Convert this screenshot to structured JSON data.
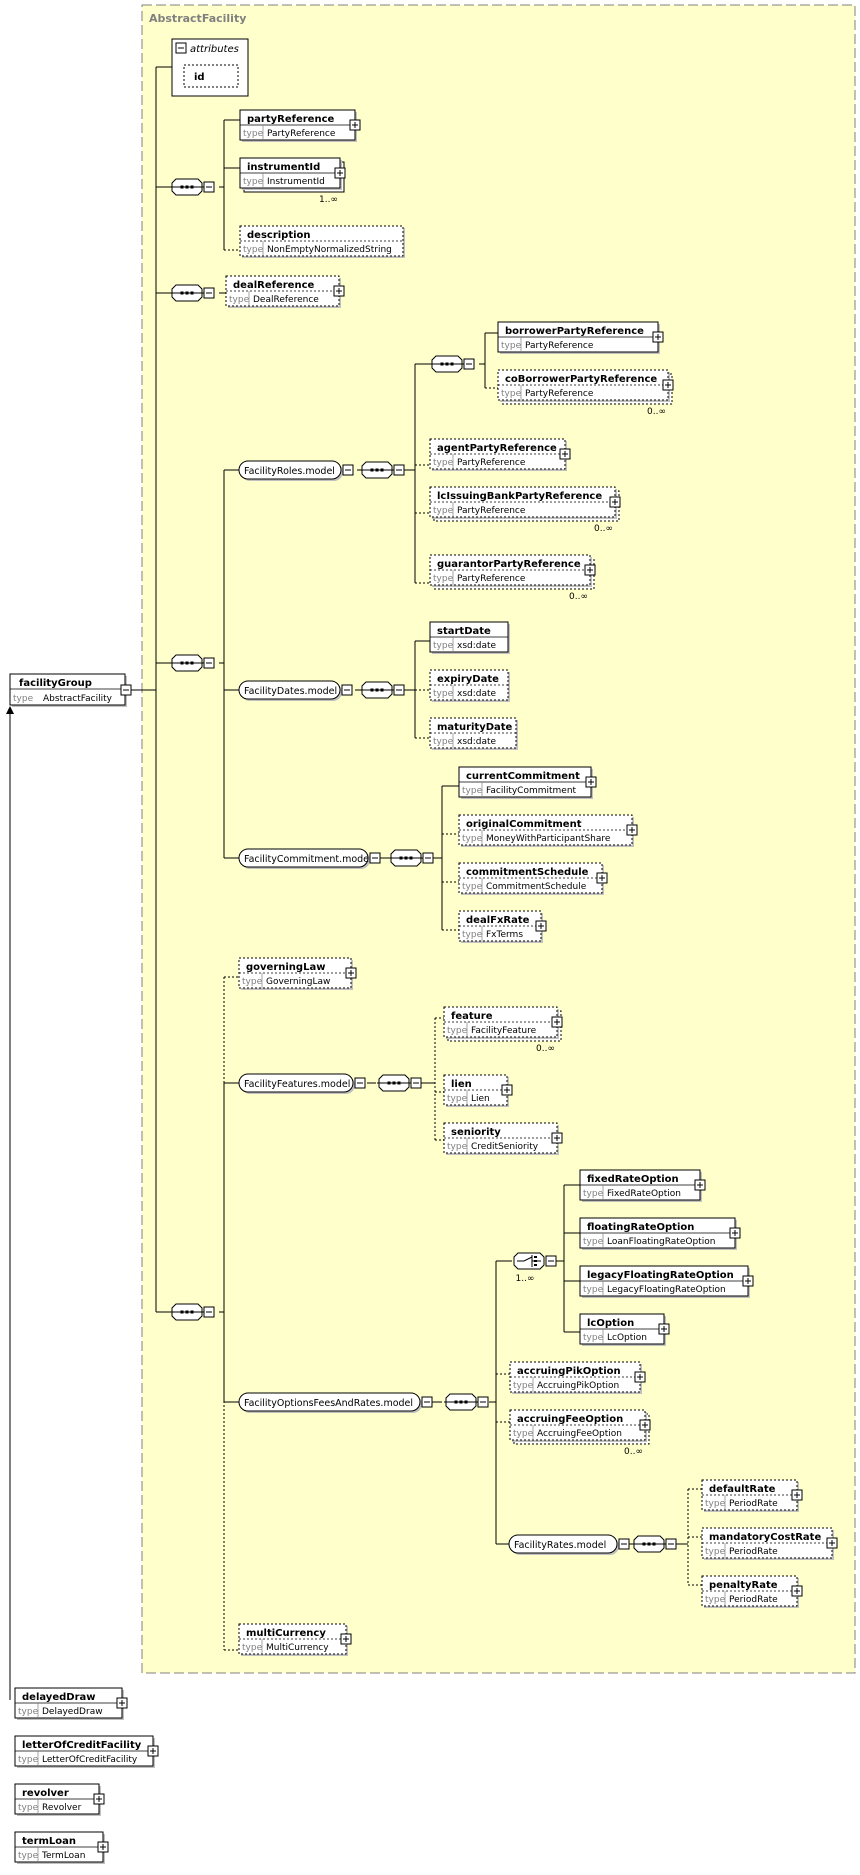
{
  "group": {
    "title": "AbstractFacility"
  },
  "attributes": {
    "label": "attributes",
    "items": [
      "id"
    ]
  },
  "type_prefix": "type",
  "colors": {
    "group_fill": "#ffffcc",
    "node_fill": "#ffffff",
    "line": "#000000",
    "type_text": "#808080"
  },
  "root": {
    "name": "facilityGroup",
    "type": "AbstractFacility"
  },
  "elements": {
    "partyReference": {
      "name": "partyReference",
      "type": "PartyReference"
    },
    "instrumentId": {
      "name": "instrumentId",
      "type": "InstrumentId",
      "occurs": "1..∞"
    },
    "description": {
      "name": "description",
      "type": "NonEmptyNormalizedString"
    },
    "dealReference": {
      "name": "dealReference",
      "type": "DealReference"
    },
    "borrowerPartyReference": {
      "name": "borrowerPartyReference",
      "type": "PartyReference"
    },
    "coBorrowerPartyReference": {
      "name": "coBorrowerPartyReference",
      "type": "PartyReference",
      "occurs": "0..∞"
    },
    "agentPartyReference": {
      "name": "agentPartyReference",
      "type": "PartyReference"
    },
    "lcIssuingBankPartyReference": {
      "name": "lcIssuingBankPartyReference",
      "type": "PartyReference",
      "occurs": "0..∞"
    },
    "guarantorPartyReference": {
      "name": "guarantorPartyReference",
      "type": "PartyReference",
      "occurs": "0..∞"
    },
    "startDate": {
      "name": "startDate",
      "type": "xsd:date"
    },
    "expiryDate": {
      "name": "expiryDate",
      "type": "xsd:date"
    },
    "maturityDate": {
      "name": "maturityDate",
      "type": "xsd:date"
    },
    "currentCommitment": {
      "name": "currentCommitment",
      "type": "FacilityCommitment"
    },
    "originalCommitment": {
      "name": "originalCommitment",
      "type": "MoneyWithParticipantShare"
    },
    "commitmentSchedule": {
      "name": "commitmentSchedule",
      "type": "CommitmentSchedule"
    },
    "dealFxRate": {
      "name": "dealFxRate",
      "type": "FxTerms"
    },
    "governingLaw": {
      "name": "governingLaw",
      "type": "GoverningLaw"
    },
    "feature": {
      "name": "feature",
      "type": "FacilityFeature",
      "occurs": "0..∞"
    },
    "lien": {
      "name": "lien",
      "type": "Lien"
    },
    "seniority": {
      "name": "seniority",
      "type": "CreditSeniority"
    },
    "fixedRateOption": {
      "name": "fixedRateOption",
      "type": "FixedRateOption"
    },
    "floatingRateOption": {
      "name": "floatingRateOption",
      "type": "LoanFloatingRateOption"
    },
    "legacyFloatingRateOption": {
      "name": "legacyFloatingRateOption",
      "type": "LegacyFloatingRateOption"
    },
    "lcOption": {
      "name": "lcOption",
      "type": "LcOption"
    },
    "accruingPikOption": {
      "name": "accruingPikOption",
      "type": "AccruingPikOption"
    },
    "accruingFeeOption": {
      "name": "accruingFeeOption",
      "type": "AccruingFeeOption",
      "occurs": "0..∞"
    },
    "defaultRate": {
      "name": "defaultRate",
      "type": "PeriodRate"
    },
    "mandatoryCostRate": {
      "name": "mandatoryCostRate",
      "type": "PeriodRate"
    },
    "penaltyRate": {
      "name": "penaltyRate",
      "type": "PeriodRate"
    },
    "multiCurrency": {
      "name": "multiCurrency",
      "type": "MultiCurrency"
    },
    "delayedDraw": {
      "name": "delayedDraw",
      "type": "DelayedDraw"
    },
    "letterOfCreditFacility": {
      "name": "letterOfCreditFacility",
      "type": "LetterOfCreditFacility"
    },
    "revolver": {
      "name": "revolver",
      "type": "Revolver"
    },
    "termLoan": {
      "name": "termLoan",
      "type": "TermLoan"
    }
  },
  "groups": {
    "facilityRoles": "FacilityRoles.model",
    "facilityDates": "FacilityDates.model",
    "facilityCommitment": "FacilityCommitment.model",
    "facilityFeatures": "FacilityFeatures.model",
    "facilityOptions": "FacilityOptionsFeesAndRates.model",
    "facilityRates": "FacilityRates.model"
  },
  "choice_occurs": "1..∞"
}
